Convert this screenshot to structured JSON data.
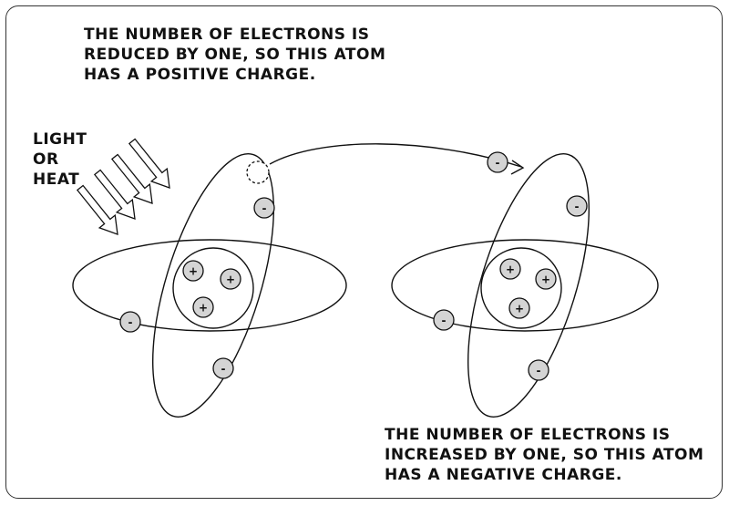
{
  "captions": {
    "top": "THE NUMBER OF ELECTRONS IS\nREDUCED BY ONE, SO THIS ATOM\nHAS A POSITIVE CHARGE.",
    "bottom": "THE NUMBER OF ELECTRONS IS\nINCREASED BY ONE, SO THIS ATOM\nHAS A NEGATIVE CHARGE.",
    "energy_source": "LIGHT\nOR\nHEAT"
  },
  "symbols": {
    "electron": "-",
    "proton": "+"
  },
  "atoms": [
    {
      "name": "positive-atom",
      "protons": 3,
      "electrons": 3,
      "missing_electrons": 1
    },
    {
      "name": "negative-atom",
      "protons": 3,
      "electrons": 4,
      "extra_electrons": 1
    }
  ],
  "colors": {
    "line": "#111111",
    "particle_fill": "#d4d4d4",
    "background": "#ffffff"
  },
  "incoming_arrows": 4
}
